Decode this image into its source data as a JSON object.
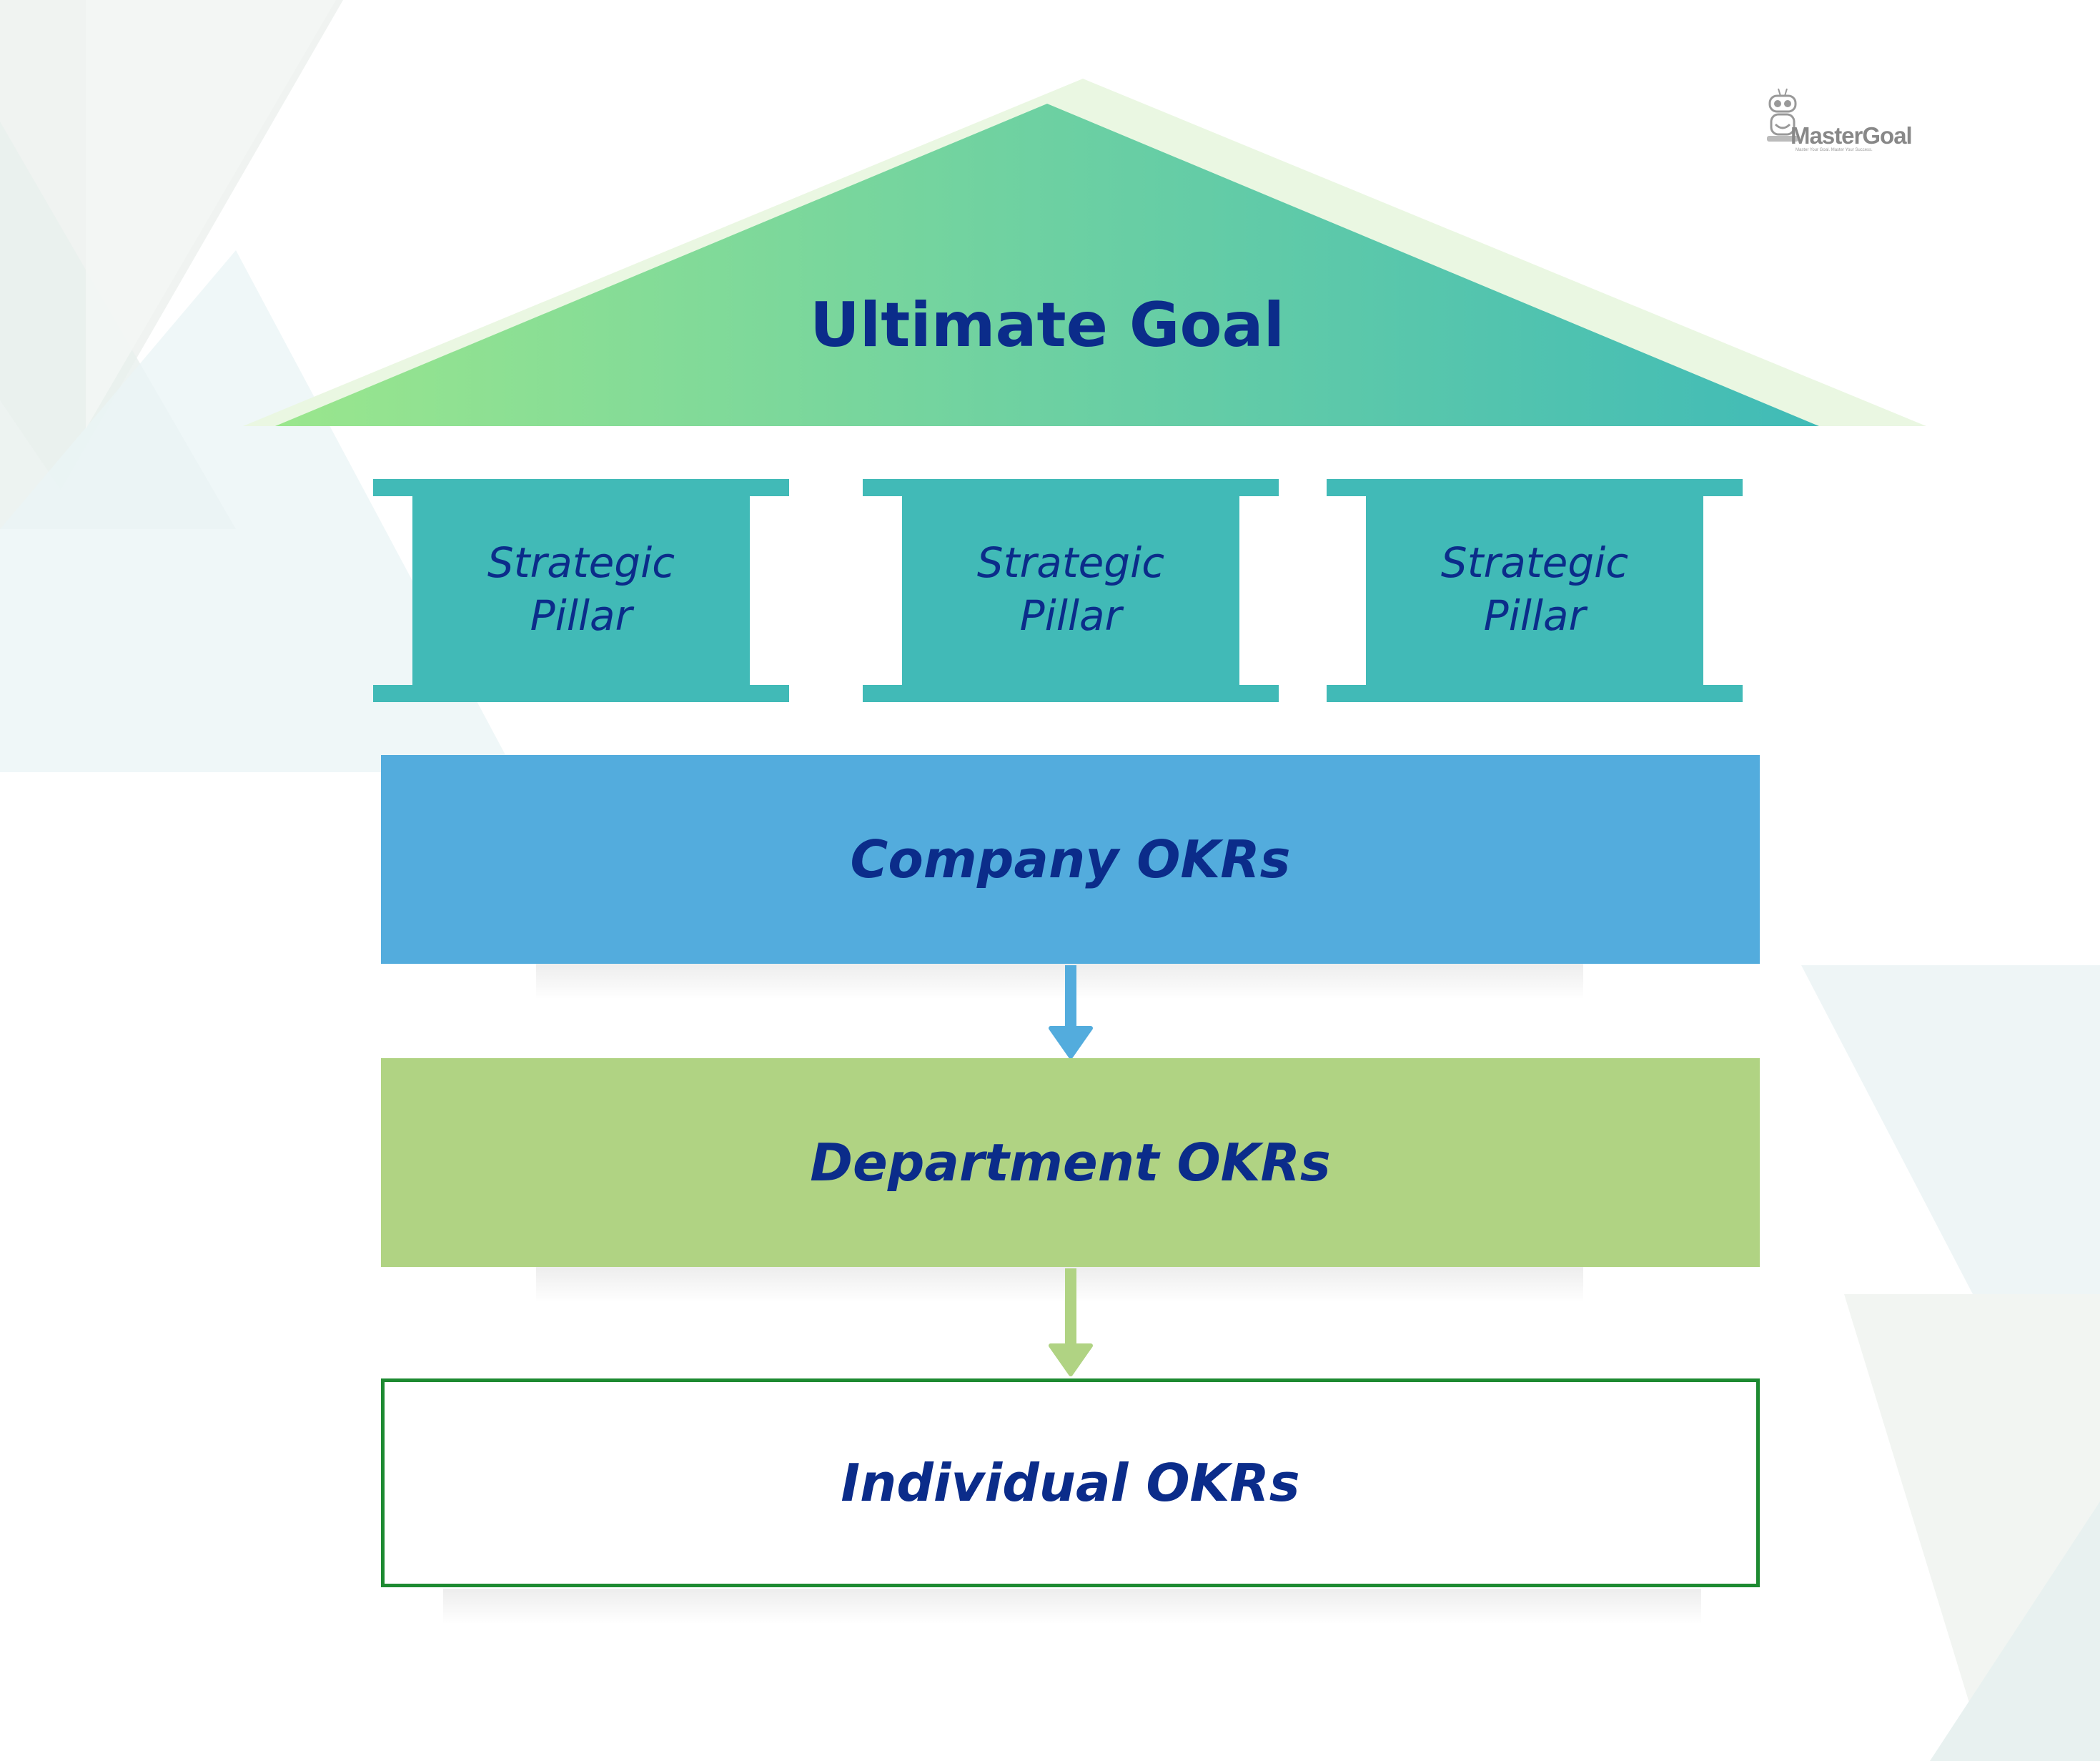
{
  "roof": {
    "title": "Ultimate Goal"
  },
  "logo": {
    "name": "MasterGoal",
    "tagline": "Master Your Goal. Master Your Success."
  },
  "pillars": [
    {
      "line1": "Strategic",
      "line2": "Pillar"
    },
    {
      "line1": "Strategic",
      "line2": "Pillar"
    },
    {
      "line1": "Strategic",
      "line2": "Pillar"
    }
  ],
  "tiers": {
    "company": "Company OKRs",
    "department": "Department OKRs",
    "individual": "Individual OKRs"
  },
  "colors": {
    "text": "#0b2c8a",
    "roof_gradient_start": "#9ae68d",
    "roof_gradient_end": "#40bbb7",
    "pillar": "#41bab7",
    "company": "#53acdd",
    "department": "#b0d383",
    "individual_border": "#1d8a31"
  }
}
